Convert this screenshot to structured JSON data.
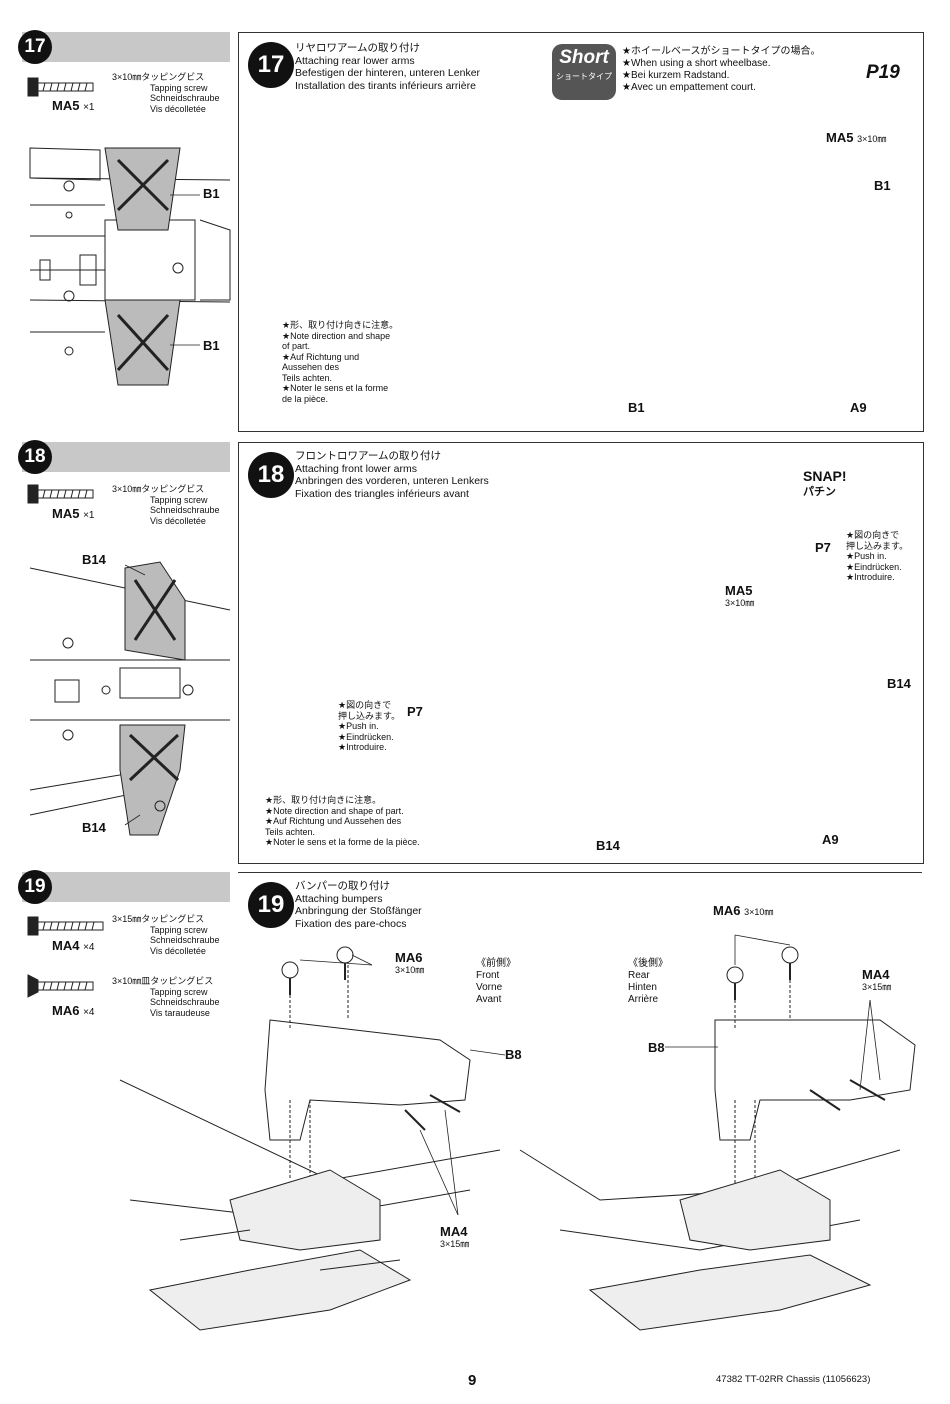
{
  "steps": {
    "s17": {
      "number": "17",
      "title_jp": "リヤロワアームの取り付け",
      "title_en": "Attaching rear lower arms",
      "title_de": "Befestigen der hinteren, unteren Lenker",
      "title_fr": "Installation des tirants inférieurs arrière",
      "screw_code": "MA5",
      "screw_qty": "×1",
      "screw_jp": "3×10㎜タッピングビス",
      "screw_en": "Tapping screw",
      "screw_de": "Schneidschraube",
      "screw_fr": "Vis décolletée",
      "short_badge": "Short",
      "short_badge_jp": "ショートタイプ",
      "short_jp": "★ホイールベースがショートタイプの場合。",
      "short_en": "★When using a short wheelbase.",
      "short_de": "★Bei kurzem Radstand.",
      "short_fr": "★Avec un empattement court.",
      "page_ref": "P19",
      "parts": {
        "b1": "B1",
        "a9": "A9",
        "ma5": "MA5",
        "ma5_dim": "3×10㎜"
      },
      "note_jp": "★形、取り付け向きに注意。",
      "note_en": "★Note direction and shape",
      "note_en2": "of part.",
      "note_de": "★Auf Richtung und",
      "note_de2": "Aussehen des",
      "note_de3": "Teils achten.",
      "note_fr": "★Noter le sens et la forme",
      "note_fr2": "de la pièce."
    },
    "s18": {
      "number": "18",
      "title_jp": "フロントロワアームの取り付け",
      "title_en": "Attaching front lower arms",
      "title_de": "Anbringen des vorderen, unteren Lenkers",
      "title_fr": "Fixation des triangles inférieurs avant",
      "screw_code": "MA5",
      "screw_qty": "×1",
      "screw_jp": "3×10㎜タッピングビス",
      "screw_en": "Tapping screw",
      "screw_de": "Schneidschraube",
      "screw_fr": "Vis décolletée",
      "snap": "SNAP!",
      "snap_jp": "パチン",
      "parts": {
        "b14": "B14",
        "a9": "A9",
        "p7": "P7",
        "ma5": "MA5",
        "ma5_dim": "3×10㎜"
      },
      "push_jp1": "★図の向きで",
      "push_jp2": "押し込みます。",
      "push_en": "★Push in.",
      "push_de": "★Eindrücken.",
      "push_fr": "★Introduire.",
      "note_jp": "★形、取り付け向きに注意。",
      "note_en": "★Note direction and shape of part.",
      "note_de": "★Auf Richtung und Aussehen des",
      "note_de2": "Teils achten.",
      "note_fr": "★Noter le sens et la forme de la pièce."
    },
    "s19": {
      "number": "19",
      "title_jp": "バンパーの取り付け",
      "title_en": "Attaching bumpers",
      "title_de": "Anbringung der Stoßfänger",
      "title_fr": "Fixation des pare-chocs",
      "screw1_code": "MA4",
      "screw1_qty": "×4",
      "screw1_jp": "3×15㎜タッピングビス",
      "screw1_en": "Tapping screw",
      "screw1_de": "Schneidschraube",
      "screw1_fr": "Vis décolletée",
      "screw2_code": "MA6",
      "screw2_qty": "×4",
      "screw2_jp": "3×10㎜皿タッピングビス",
      "screw2_en": "Tapping screw",
      "screw2_de": "Schneidschraube",
      "screw2_fr": "Vis taraudeuse",
      "front_jp": "《前側》",
      "front_en": "Front",
      "front_de": "Vorne",
      "front_fr": "Avant",
      "rear_jp": "《後側》",
      "rear_en": "Rear",
      "rear_de": "Hinten",
      "rear_fr": "Arrière",
      "parts": {
        "b8": "B8",
        "ma6": "MA6",
        "ma6_dim": "3×10㎜",
        "ma4": "MA4",
        "ma4_dim": "3×15㎜"
      }
    }
  },
  "footer": {
    "page_number": "9",
    "product": "47382  TT-02RR Chassis (11056623)"
  }
}
